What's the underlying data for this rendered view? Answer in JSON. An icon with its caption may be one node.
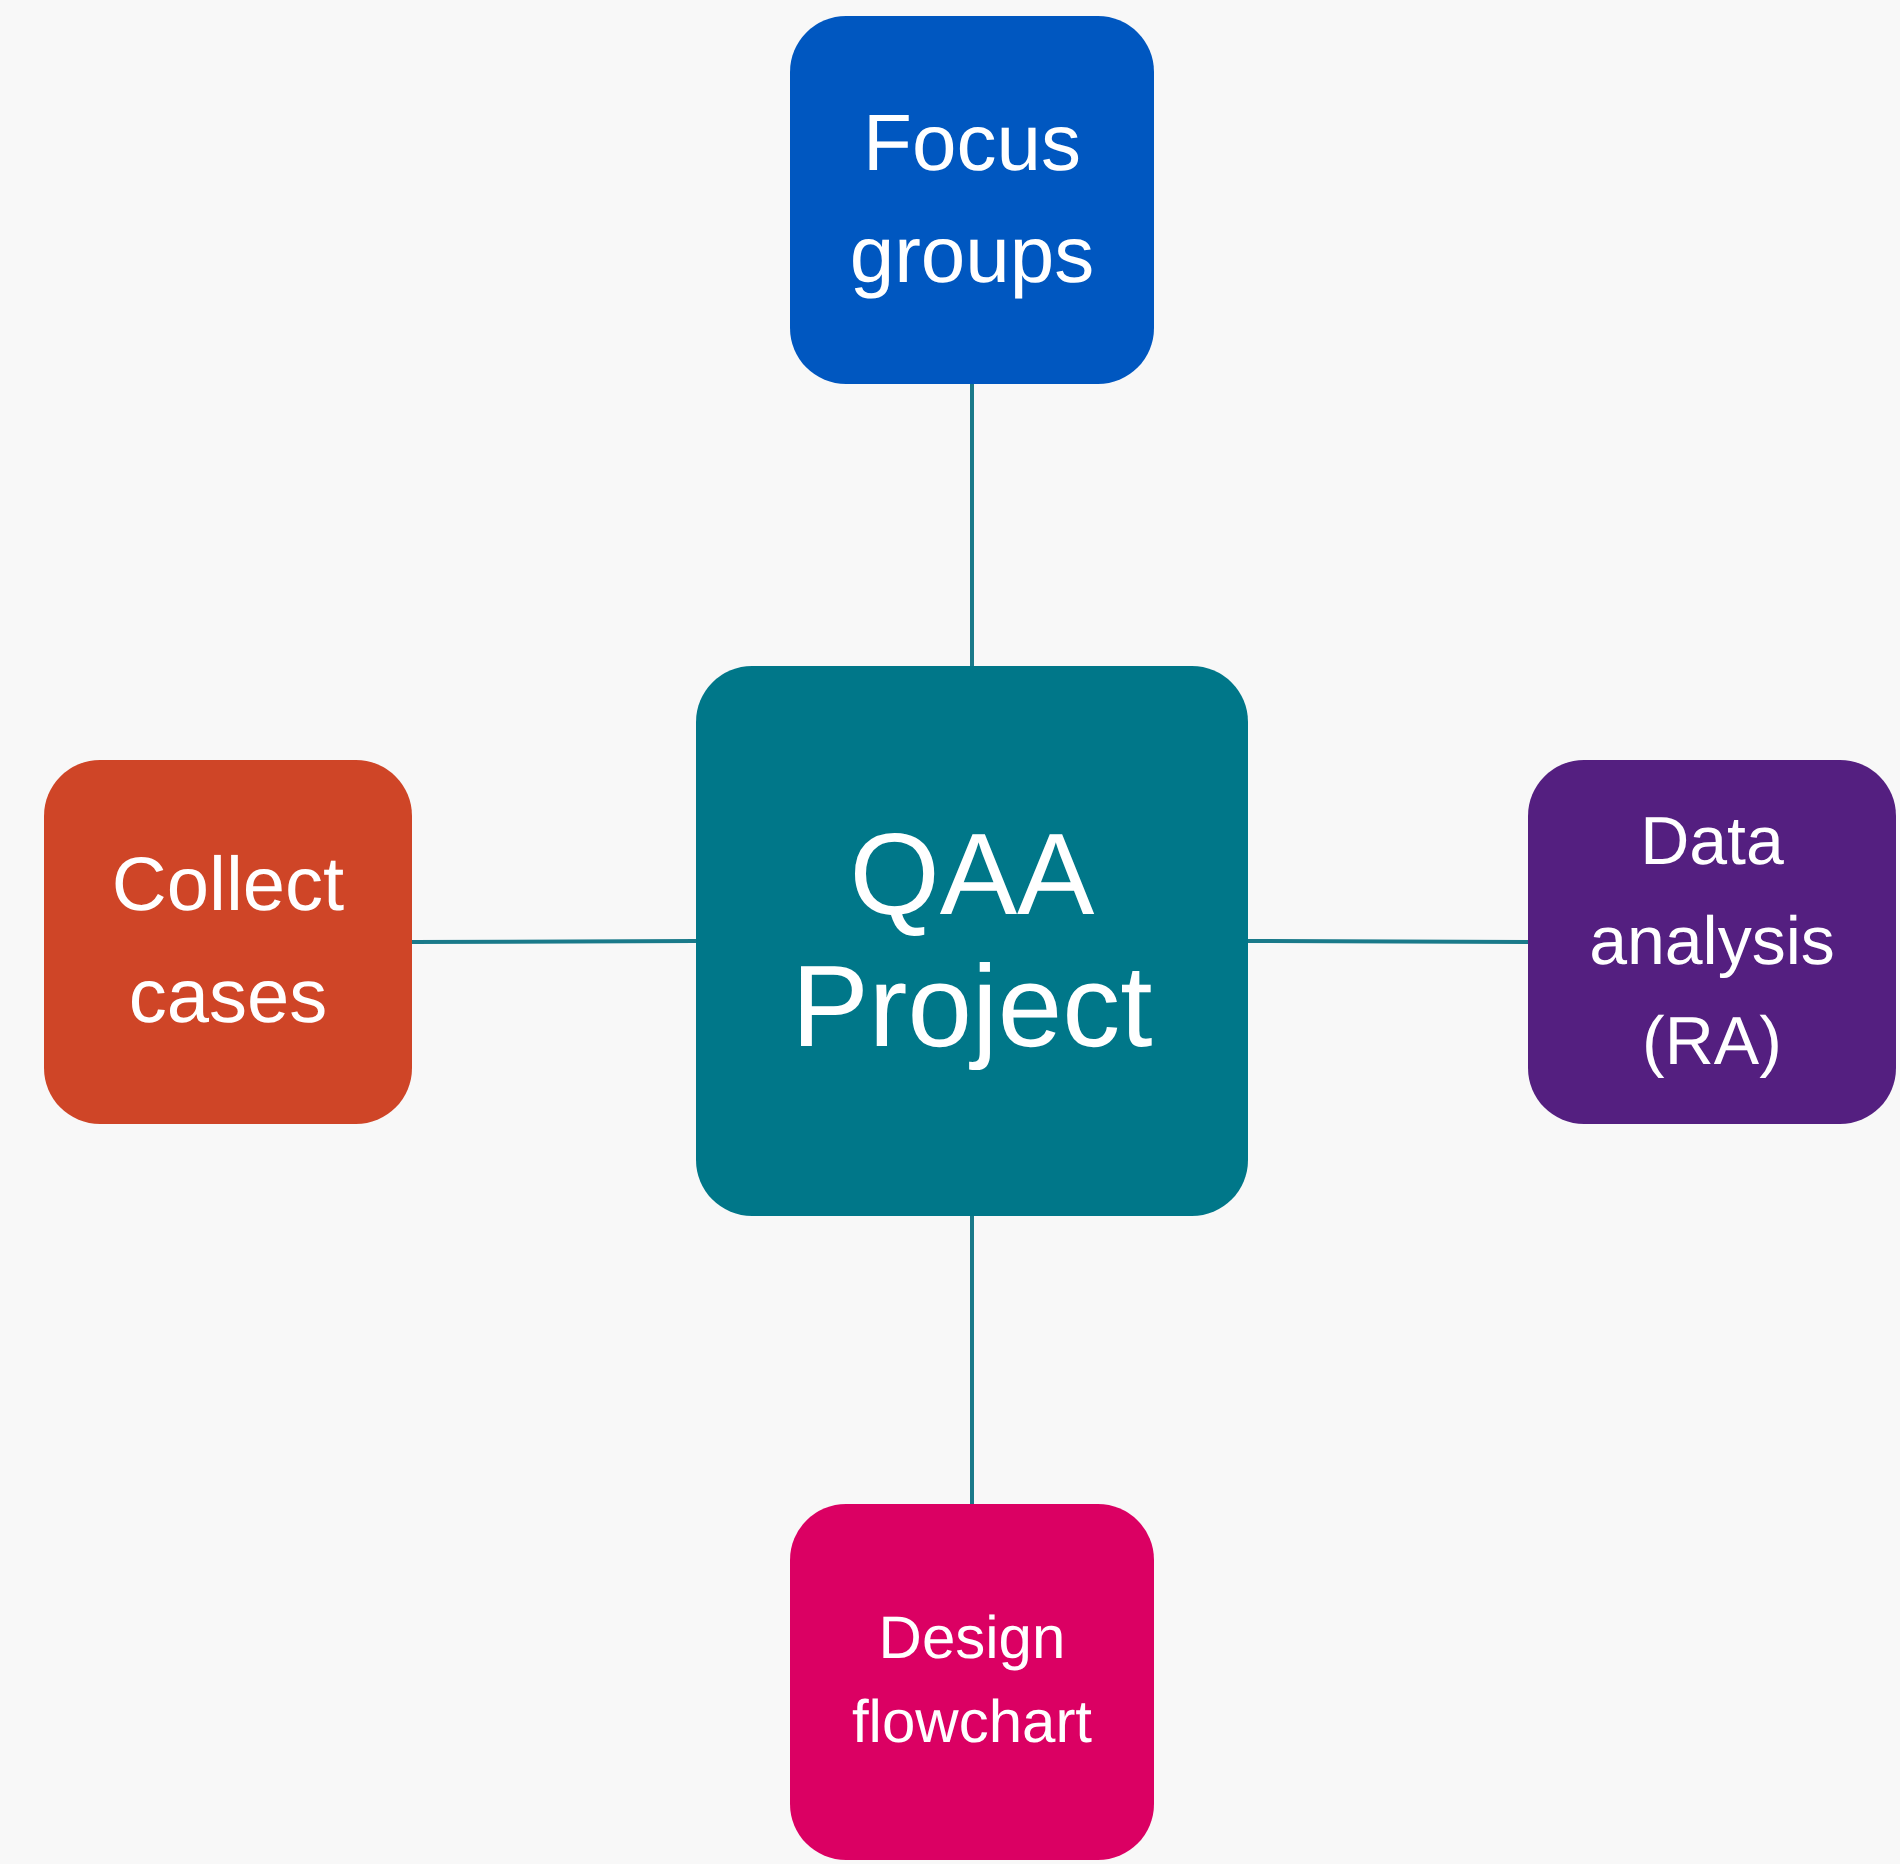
{
  "diagram": {
    "nodes": [
      {
        "text": [
          "QAA Project"
        ]
      },
      {
        "text": [
          "Focus groups"
        ]
      },
      {
        "text": [
          "Collect cases"
        ]
      },
      {
        "text": [
          "Data analysis (RA)"
        ]
      },
      {
        "text": [
          "Design flowchart"
        ]
      }
    ],
    "edges": [
      {
        "from": 0,
        "to": 1,
        "arrow": "none"
      },
      {
        "from": 0,
        "to": 2,
        "arrow": "none"
      },
      {
        "from": 0,
        "to": 3,
        "arrow": "none"
      },
      {
        "from": 0,
        "to": 4,
        "arrow": "none"
      }
    ]
  }
}
